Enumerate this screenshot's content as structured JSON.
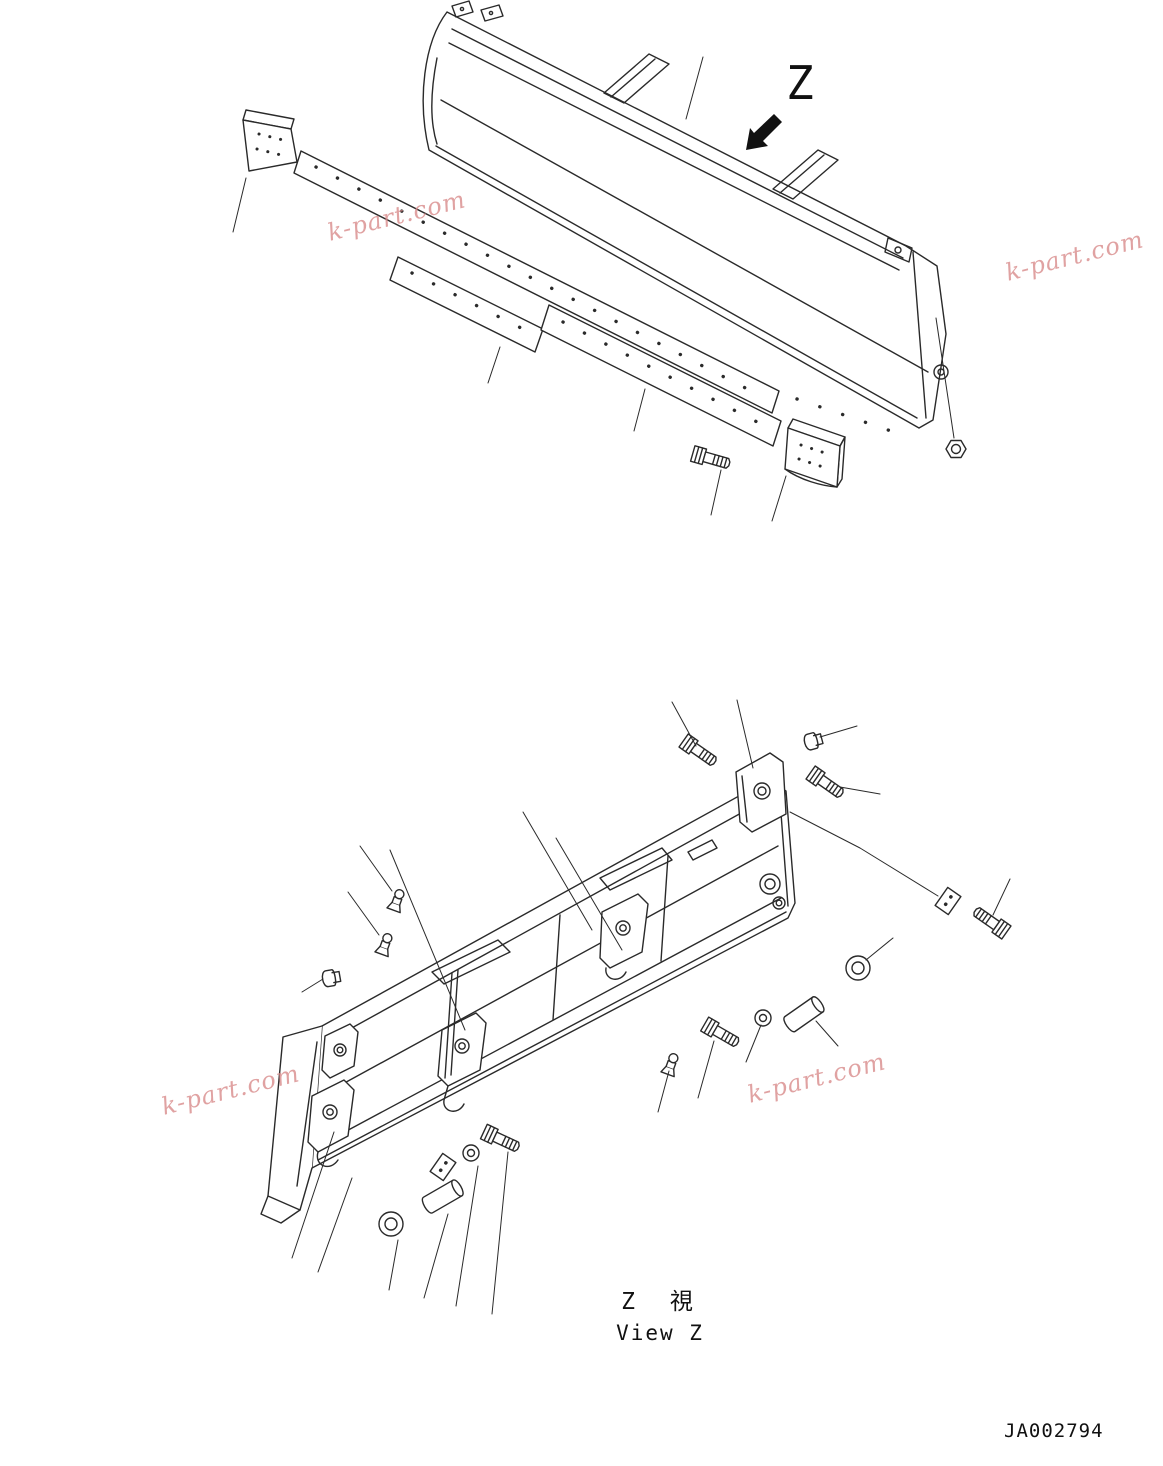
{
  "page": {
    "background": "#ffffff",
    "line_color": "#2a2a2a"
  },
  "view_label": {
    "letter": "Z"
  },
  "watermark": {
    "text": "k-part.com",
    "color": "#d98c8c"
  },
  "caption": {
    "cjk": "Z　視",
    "en": "View Z"
  },
  "drawing_number": "JA002794"
}
